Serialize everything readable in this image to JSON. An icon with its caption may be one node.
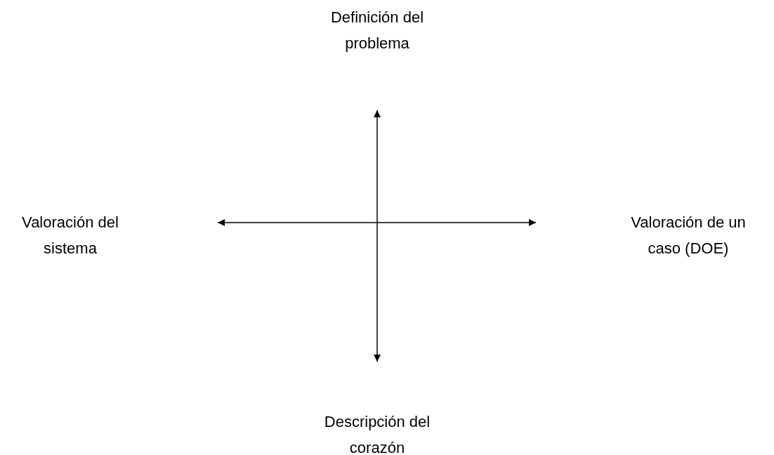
{
  "diagram": {
    "labels": [
      "Definición del problema",
      "Valoración del sistema",
      "Valoración de un caso (DOE)",
      "Descripción del corazón"
    ]
  }
}
